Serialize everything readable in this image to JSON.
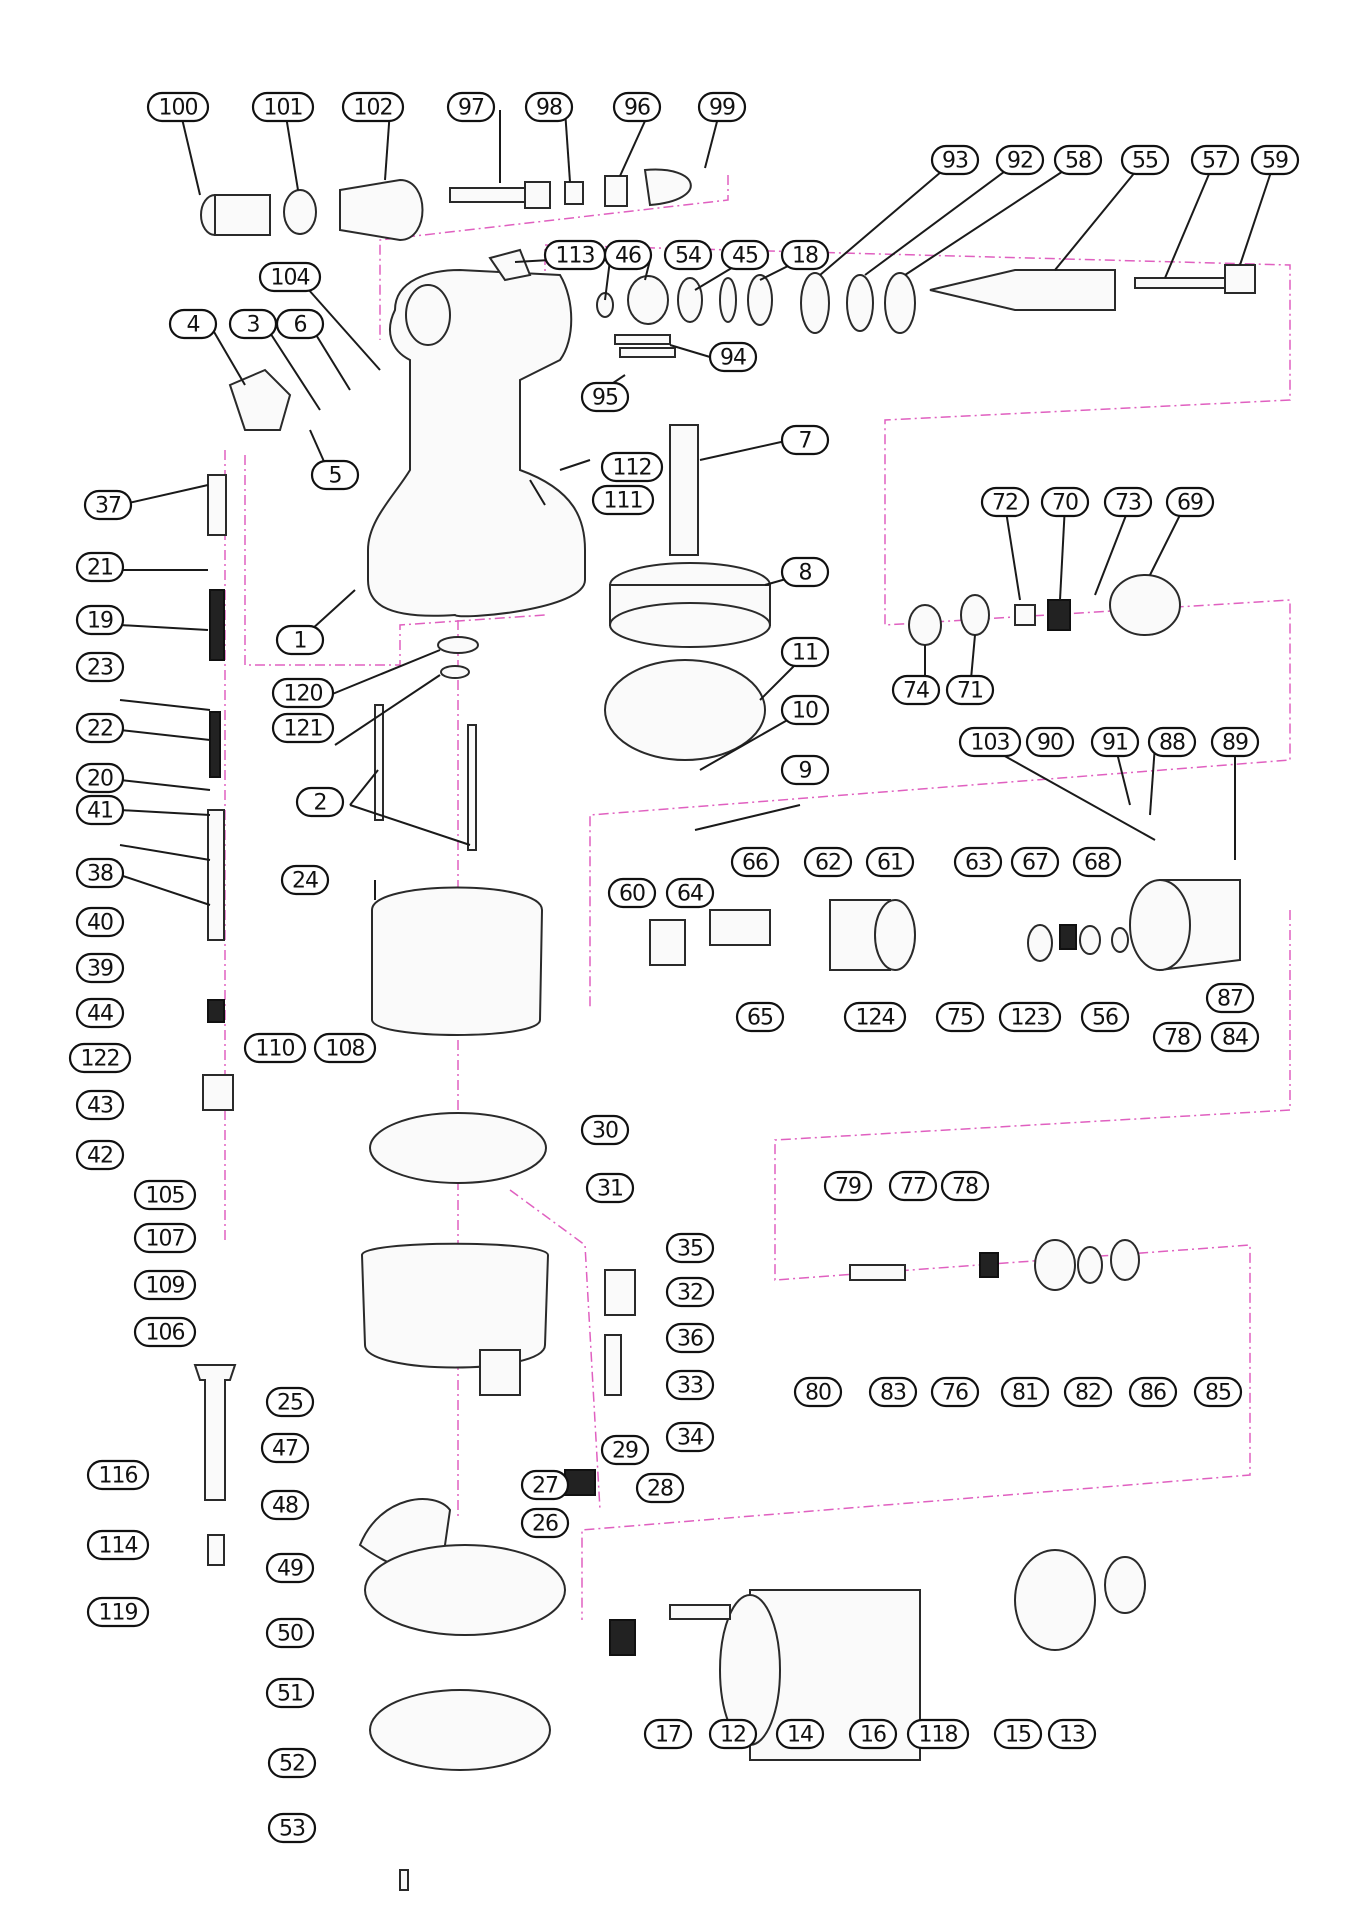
{
  "labels": [
    "100",
    "101",
    "102",
    "97",
    "98",
    "96",
    "99",
    "93",
    "92",
    "58",
    "55",
    "57",
    "59",
    "104",
    "113",
    "46",
    "54",
    "45",
    "18",
    "4",
    "3",
    "6",
    "94",
    "95",
    "5",
    "7",
    "112",
    "111",
    "37",
    "72",
    "70",
    "73",
    "69",
    "21",
    "19",
    "1",
    "8",
    "23",
    "120",
    "74",
    "71",
    "11",
    "121",
    "22",
    "10",
    "103",
    "90",
    "91",
    "88",
    "89",
    "20",
    "41",
    "2",
    "9",
    "38",
    "24",
    "66",
    "62",
    "61",
    "63",
    "67",
    "68",
    "60",
    "64",
    "40",
    "39",
    "87",
    "44",
    "65",
    "124",
    "75",
    "123",
    "56",
    "78",
    "84",
    "122",
    "110",
    "108",
    "43",
    "30",
    "42",
    "105",
    "31",
    "79",
    "77",
    "78b",
    "107",
    "35",
    "109",
    "32",
    "106",
    "36",
    "80",
    "83",
    "76",
    "81",
    "82",
    "86",
    "85",
    "33",
    "25",
    "34",
    "47",
    "29",
    "27",
    "28",
    "48",
    "26",
    "116",
    "49",
    "114",
    "50",
    "119",
    "51",
    "17",
    "12",
    "14",
    "16",
    "118",
    "15",
    "13",
    "52",
    "53"
  ],
  "label_text": {
    "78b": "78"
  },
  "colors": {
    "outline": "#2a2a2a",
    "assembly_axis": "#e060c0",
    "badge_fill": "#ffffff"
  }
}
